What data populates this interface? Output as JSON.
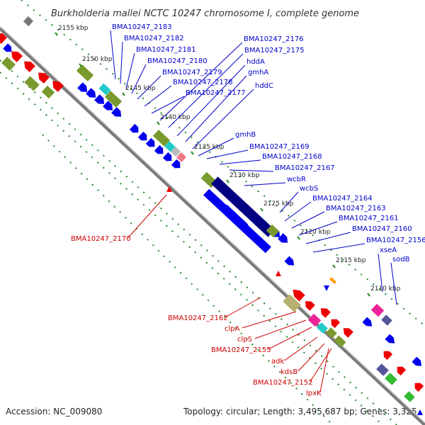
{
  "title": "Burkholderia mallei NCTC 10247 chromosome I, complete genome",
  "accession": "Accession: NC_009080",
  "summary": "Topology: circular; Length: 3,495,687 bp; Genes: 3,325",
  "ticks": [
    "2155 kbp",
    "2150 kbp",
    "2145 kbp",
    "2140 kbp",
    "2135 kbp",
    "2130 kbp",
    "2125 kbp",
    "2120 kbp",
    "2115 kbp",
    "2110 kbp"
  ],
  "blue_labels": [
    "BMA10247_2183",
    "BMA10247_2182",
    "BMA10247_2181",
    "BMA10247_2180",
    "BMA10247_2179",
    "BMA10247_2178",
    "BMA10247_2177",
    "BMA10247_2176",
    "BMA10247_2175",
    "hddA",
    "gmhA",
    "hddC",
    "gmhB",
    "BMA10247_2169",
    "BMA10247_2168",
    "BMA10247_2167",
    "wcbR",
    "wcbS",
    "BMA10247_2164",
    "BMA10247_2163",
    "BMA10247_2161",
    "BMA10247_2160",
    "BMA10247_2156",
    "xseA",
    "sodB"
  ],
  "red_labels": [
    "BMA10247_2170",
    "BMA10247_2162",
    "clpA",
    "clpS",
    "BMA10247_2155",
    "adk",
    "kdsB",
    "BMA10247_2152",
    "lpxK"
  ],
  "colors": {
    "forward_gene": "#0000ee",
    "reverse_gene": "#ee0000",
    "olive": "#7a9a2e",
    "khaki": "#b8b070",
    "navy": "#000080",
    "cyan": "#22cccc",
    "magenta": "#ee2299",
    "slate": "#555599",
    "green": "#33bb33",
    "orange": "#ff9900",
    "backbone": "#888888"
  }
}
